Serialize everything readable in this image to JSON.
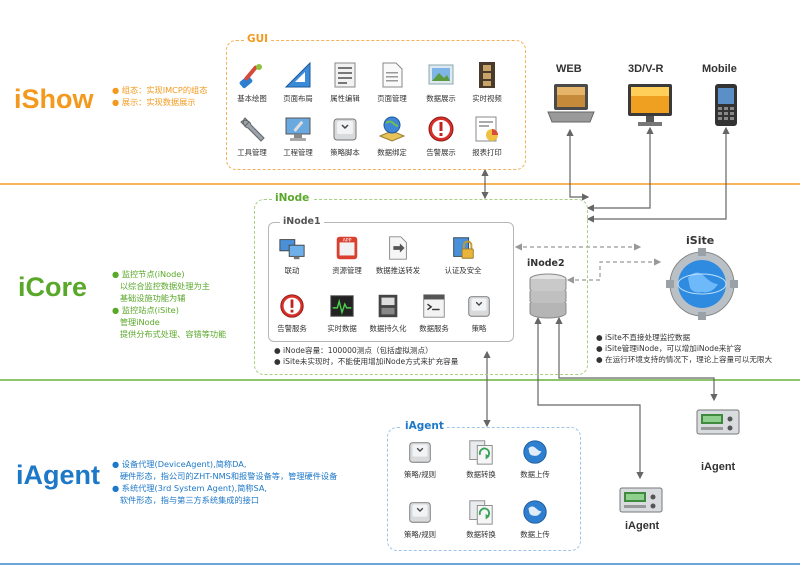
{
  "ishow": {
    "title": "iShow",
    "desc": [
      "组态：实现IMCP的组态",
      "展示：实现数据展示"
    ],
    "gui_title": "GUI",
    "icons": [
      {
        "label": "基本绘图",
        "icon": "paintbrush-icon"
      },
      {
        "label": "页面布局",
        "icon": "triangle-ruler-icon"
      },
      {
        "label": "属性编辑",
        "icon": "property-sheet-icon"
      },
      {
        "label": "页面管理",
        "icon": "page-icon"
      },
      {
        "label": "数据展示",
        "icon": "picture-icon"
      },
      {
        "label": "实时视频",
        "icon": "film-icon"
      },
      {
        "label": "工具管理",
        "icon": "wrench-icon"
      },
      {
        "label": "工程管理",
        "icon": "monitor-tool-icon"
      },
      {
        "label": "策略脚本",
        "icon": "keycap-icon"
      },
      {
        "label": "数据绑定",
        "icon": "globe-book-icon"
      },
      {
        "label": "告警展示",
        "icon": "alert-icon"
      },
      {
        "label": "报表打印",
        "icon": "report-chart-icon"
      }
    ],
    "devices": [
      "WEB",
      "3D/V-R",
      "Mobile"
    ]
  },
  "icore": {
    "title": "iCore",
    "desc": [
      "监控节点(iNode)",
      "以综合监控数据处理为主",
      "基础设施功能为辅",
      "监控站点(iSite)",
      "管理iNode",
      "提供分布式处理、容错等功能"
    ],
    "inode_title": "iNode",
    "inode1_title": "iNode1",
    "inode1_icons": [
      {
        "label": "联动",
        "icon": "computers-icon"
      },
      {
        "label": "资源管理",
        "icon": "app-icon"
      },
      {
        "label": "数据推送转发",
        "icon": "doc-forward-icon"
      },
      {
        "label": "认证及安全",
        "icon": "lock-icon"
      },
      {
        "label": "告警服务",
        "icon": "alert-icon"
      },
      {
        "label": "实时数据",
        "icon": "pulse-monitor-icon"
      },
      {
        "label": "数据持久化",
        "icon": "disk-icon"
      },
      {
        "label": "数据服务",
        "icon": "terminal-doc-icon"
      },
      {
        "label": "策略",
        "icon": "keycap-icon"
      }
    ],
    "inode_notes": [
      "iNode容量：100000测点（包括虚拟测点）",
      "iSite未实现时，不能使用增加iNode方式来扩充容量"
    ],
    "inode2_label": "iNode2",
    "isite_label": "iSite",
    "isite_notes": [
      "iSite不直接处理监控数据",
      "iSite管理iNode，可以增加iNode来扩容",
      "在运行环境支持的情况下，理论上容量可以无限大"
    ]
  },
  "iagent": {
    "title": "iAgent",
    "desc": [
      "设备代理(DeviceAgent),简称DA,",
      "硬件形态，指公司的ZHT-NMS和报警设备等，管理硬件设备",
      "系统代理(3rd System Agent),简称SA,",
      "软件形态，指与第三方系统集成的接口"
    ],
    "box_title": "iAgent",
    "icons": [
      {
        "label": "策略/规则",
        "icon": "keycap-icon"
      },
      {
        "label": "数据转换",
        "icon": "convert-icon"
      },
      {
        "label": "数据上传",
        "icon": "globe-icon"
      },
      {
        "label": "策略/规则",
        "icon": "keycap-icon"
      },
      {
        "label": "数据转换",
        "icon": "convert-icon"
      },
      {
        "label": "数据上传",
        "icon": "globe-icon"
      }
    ],
    "device_labels": [
      "iAgent",
      "iAgent"
    ]
  },
  "colors": {
    "orange": "#f39a1e",
    "green": "#5aa82a",
    "blue": "#1e78c8",
    "connector": "#808080"
  }
}
